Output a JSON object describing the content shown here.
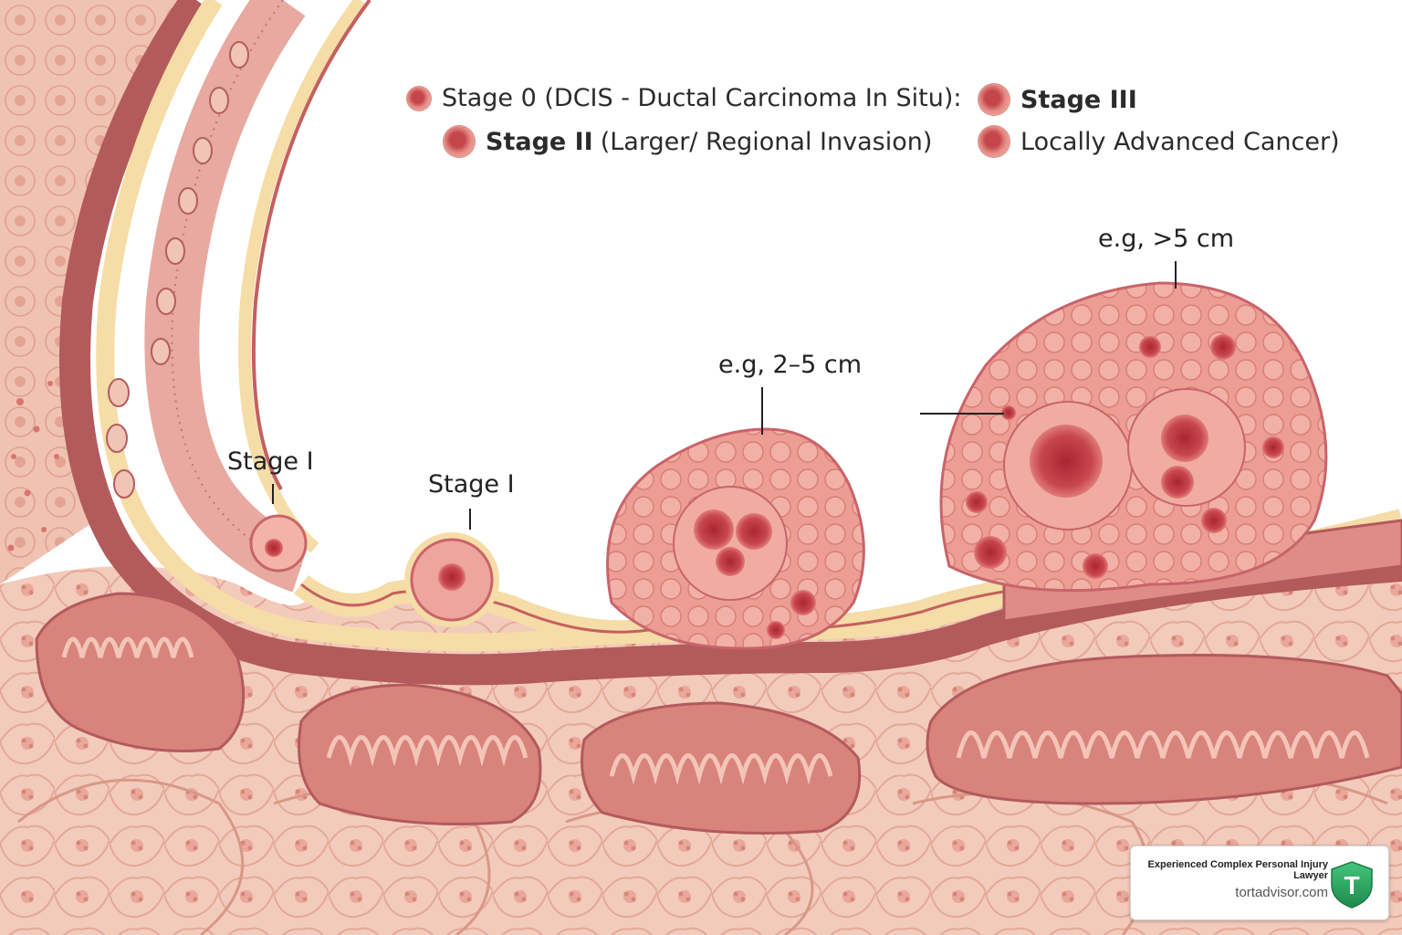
{
  "legend": {
    "stage0": "Stage 0 (DCIS - Ductal Carcinoma In Situ):",
    "stage2_bold": "Stage II",
    "stage2_rest": "(Larger/ Regional Invasion)",
    "stage3": "Stage III",
    "locally_advanced": "Locally Advanced Cancer)"
  },
  "callouts": {
    "stage1_a": "Stage I",
    "stage1_b": "Stage I",
    "size_2_5": "e.g, 2–5 cm",
    "size_5": "e.g, >5 cm"
  },
  "badge": {
    "title": "Experienced Complex Personal Injury Lawyer",
    "url": "tortadvisor.com",
    "logo_letter": "T"
  },
  "colors": {
    "tissue": "#f1c7b9",
    "tissue_dark": "#e2a394",
    "wall": "#b35a5c",
    "wall_light": "#f6dca6",
    "tumor": "#e8918a",
    "tumor_core": "#b8323d",
    "shield_green": "#2ea463"
  }
}
